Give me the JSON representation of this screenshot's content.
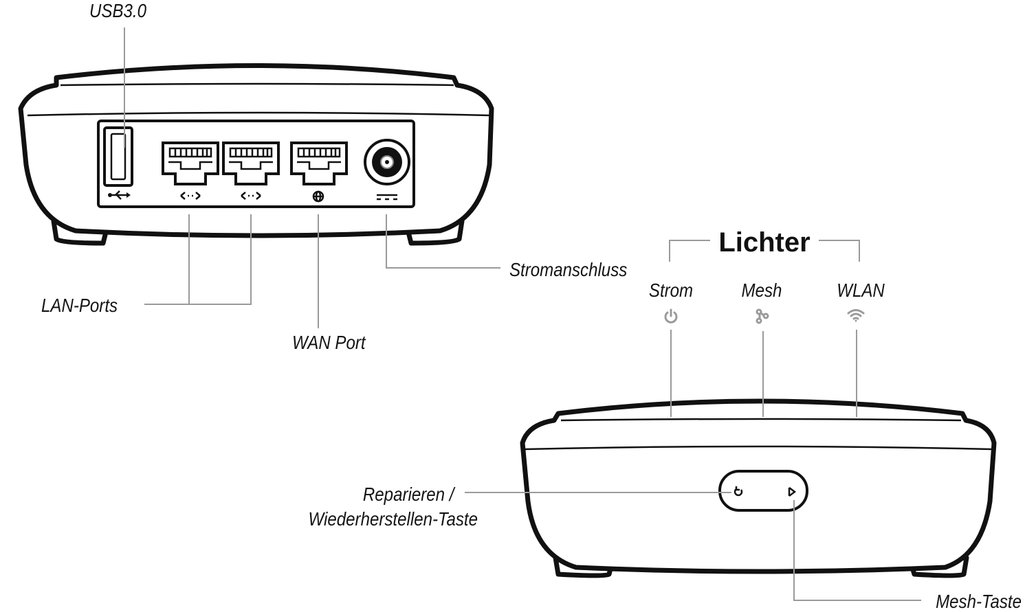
{
  "diagram": {
    "heading": "Lichter",
    "labels": {
      "usb": "USB3.0",
      "lan": "LAN-Ports",
      "wan": "WAN Port",
      "power_port": "Stromanschluss",
      "reset_line1": "Reparieren /",
      "reset_line2": "Wiederherstellen-Taste",
      "mesh_button": "Mesh-Taste"
    },
    "lights": [
      {
        "label": "Strom",
        "icon": "power-icon"
      },
      {
        "label": "Mesh",
        "icon": "mesh-icon"
      },
      {
        "label": "WLAN",
        "icon": "wifi-icon"
      }
    ],
    "port_icons": [
      "usb-icon",
      "lan-arrows-icon",
      "lan-arrows-icon",
      "globe-icon",
      "dc-power-icon"
    ]
  }
}
